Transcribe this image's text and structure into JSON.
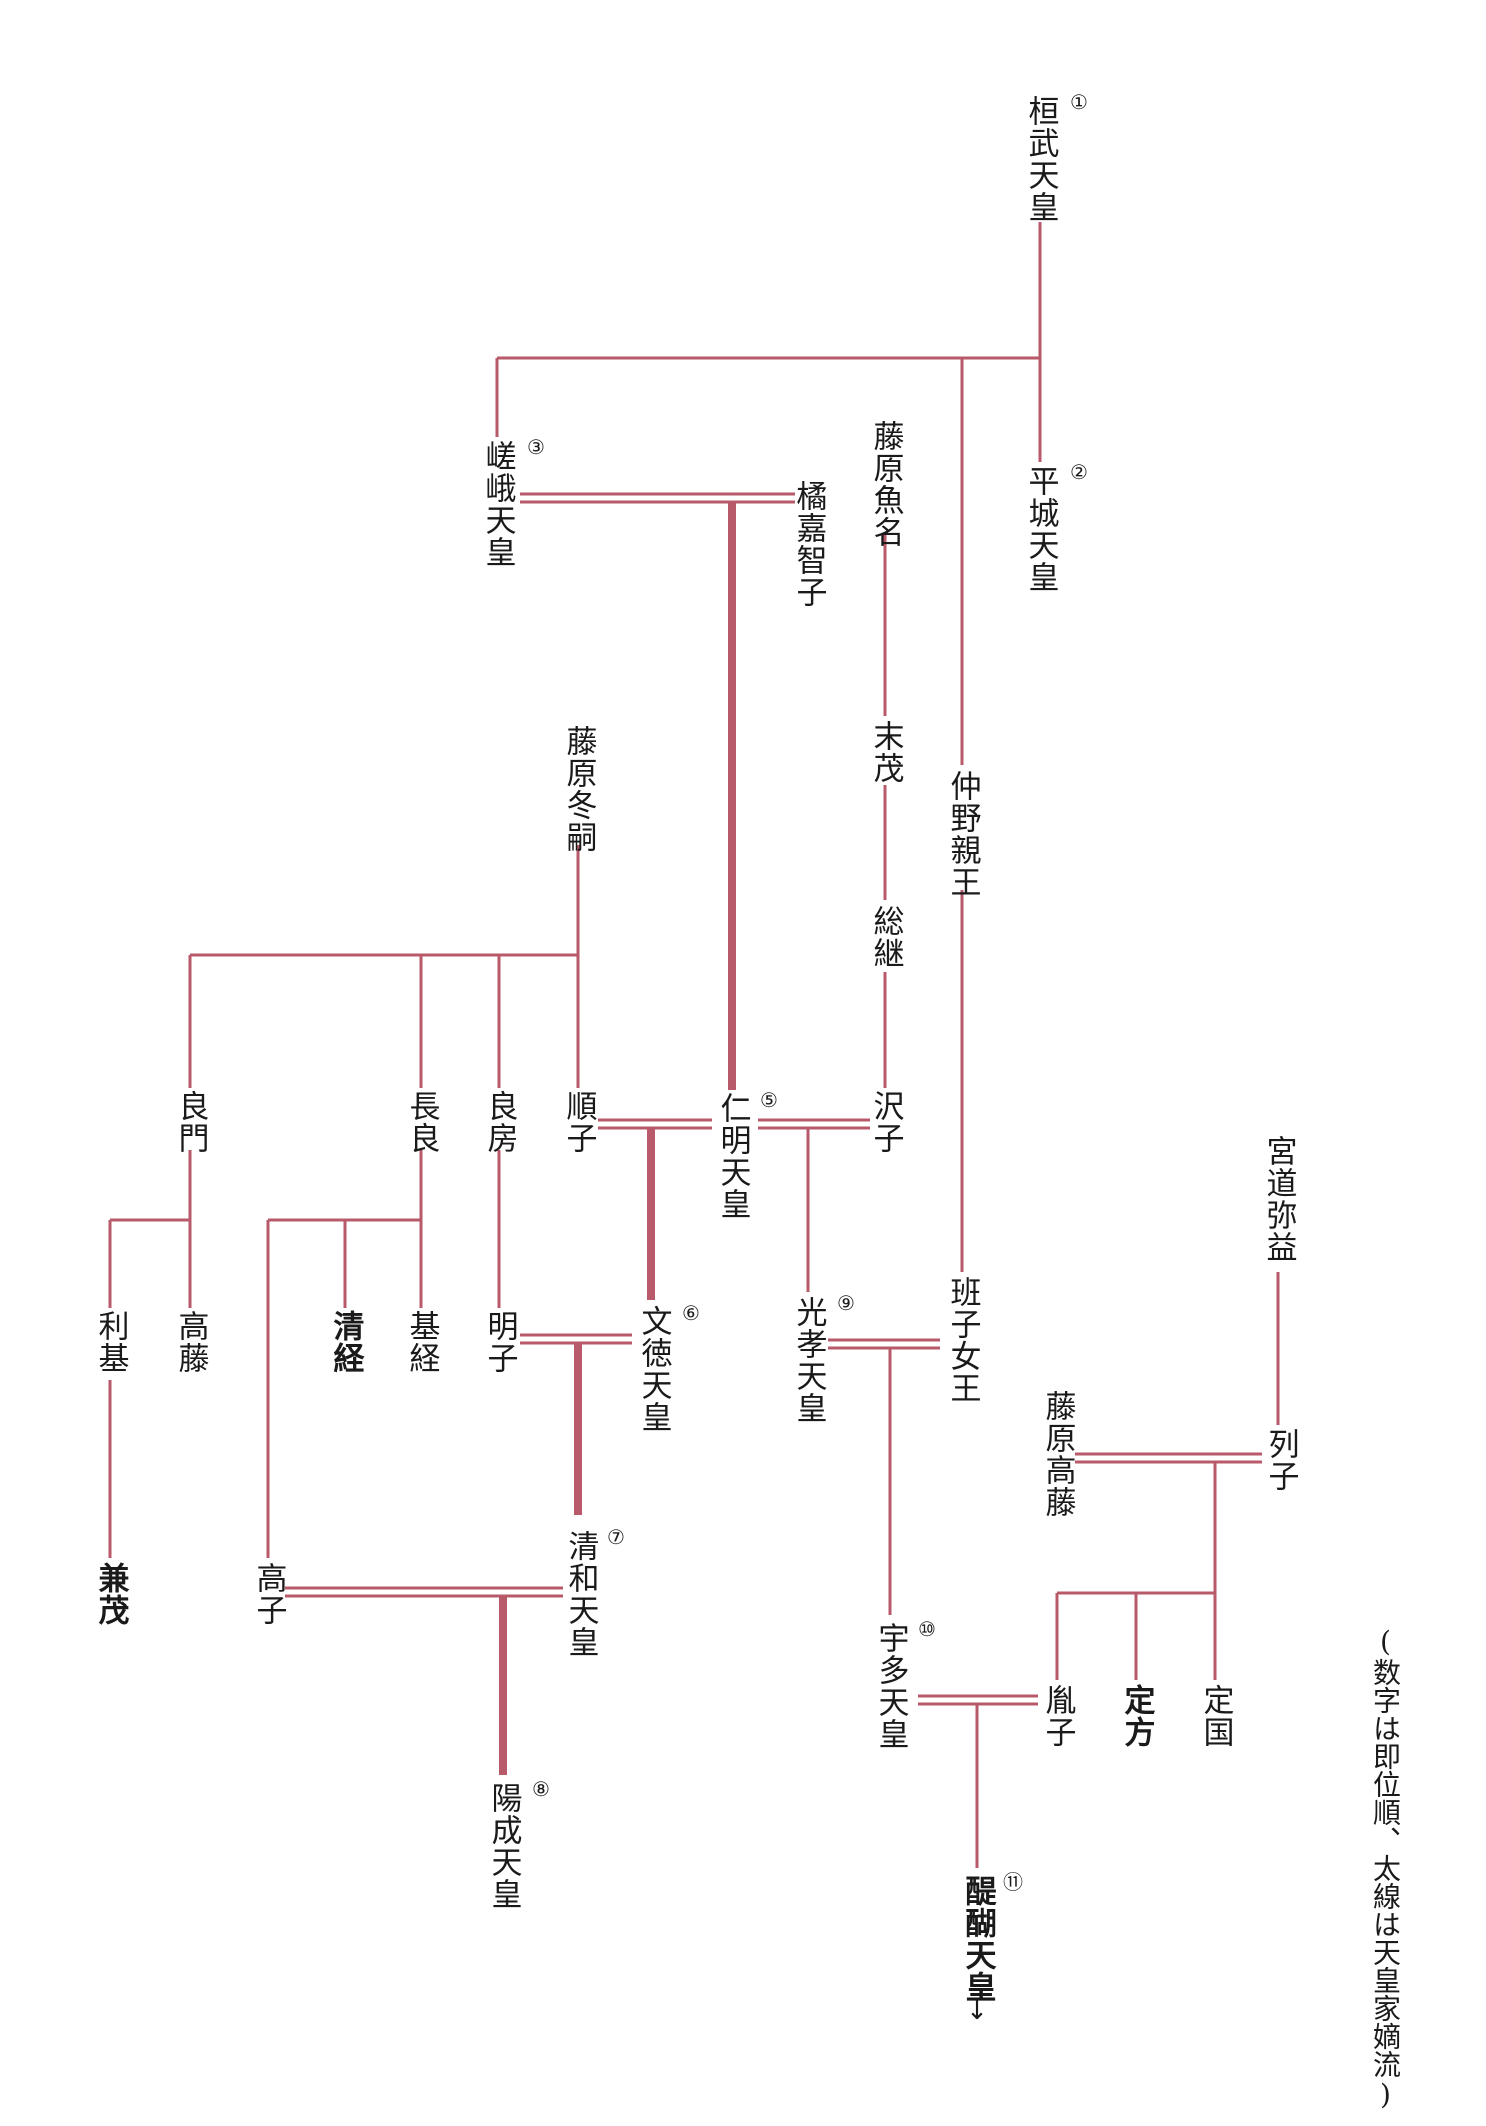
{
  "colors": {
    "line": "#b85a6a",
    "text": "#1a1a1a",
    "background": "#ffffff"
  },
  "people": {
    "kanmu": {
      "name": "桓武天皇",
      "order": "①"
    },
    "heizei": {
      "name": "平城天皇",
      "order": "②"
    },
    "saga": {
      "name": "嵯峨天皇",
      "order": "③"
    },
    "tachibana_kachiko": {
      "name": "橘嘉智子"
    },
    "fujiwara_uona": {
      "name": "藤原魚名"
    },
    "suemochi": {
      "name": "末茂"
    },
    "fusatsugu": {
      "name": "総継"
    },
    "takushi": {
      "name": "沢子"
    },
    "nakano_shinno": {
      "name": "仲野親王"
    },
    "hanshi_joo": {
      "name": "班子女王"
    },
    "fujiwara_fuyutsugu": {
      "name": "藤原冬嗣"
    },
    "yoshikado": {
      "name": "良門"
    },
    "nagara": {
      "name": "長良"
    },
    "yoshifusa": {
      "name": "良房"
    },
    "junshi": {
      "name": "順子"
    },
    "ninmyo": {
      "name": "仁明天皇",
      "order": "⑤"
    },
    "toshimoto": {
      "name": "利基"
    },
    "takafuji": {
      "name": "高藤"
    },
    "kiyotsune": {
      "name": "清経"
    },
    "mototsune": {
      "name": "基経"
    },
    "akirakeiko": {
      "name": "明子"
    },
    "montoku": {
      "name": "文徳天皇",
      "order": "⑥"
    },
    "koko": {
      "name": "光孝天皇",
      "order": "⑨"
    },
    "kanemochi": {
      "name": "兼茂"
    },
    "takaiko": {
      "name": "高子"
    },
    "seiwa": {
      "name": "清和天皇",
      "order": "⑦"
    },
    "yozei": {
      "name": "陽成天皇",
      "order": "⑧"
    },
    "miyaji_iyamasu": {
      "name": "宮道弥益"
    },
    "fujiwara_takafuji": {
      "name": "藤原高藤"
    },
    "resshi": {
      "name": "列子"
    },
    "uda": {
      "name": "宇多天皇",
      "order": "⑩"
    },
    "inshi": {
      "name": "胤子"
    },
    "sadakata": {
      "name": "定方"
    },
    "sadakuni": {
      "name": "定国"
    },
    "daigo": {
      "name": "醍醐天皇",
      "order": "⑪",
      "continues": "↓"
    }
  },
  "note": "(数字は即位順、太線は天皇家嫡流)"
}
